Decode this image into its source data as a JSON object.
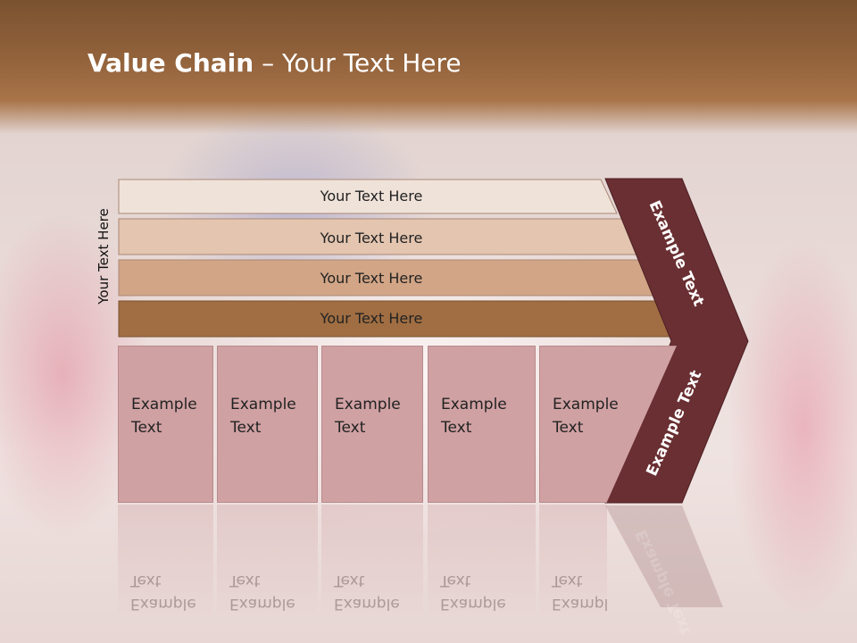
{
  "title": {
    "bold": "Value Chain",
    "rest": " – Your Text Here"
  },
  "side_label": "Your Text Here",
  "bars": [
    {
      "label": "Your Text Here",
      "color": "#efe2d9"
    },
    {
      "label": "Your Text Here",
      "color": "#e3c5b0"
    },
    {
      "label": "Your Text Here",
      "color": "#d2a586"
    },
    {
      "label": "Your Text Here",
      "color": "#a06e42"
    }
  ],
  "cells": [
    {
      "line1": "Example",
      "line2": "Text"
    },
    {
      "line1": "Example",
      "line2": "Text"
    },
    {
      "line1": "Example",
      "line2": "Text"
    },
    {
      "line1": "Example",
      "line2": "Text"
    },
    {
      "line1": "Example",
      "line2": "Text"
    }
  ],
  "chevron": {
    "upper": "Example Text",
    "lower": "Example Text",
    "color": "#6a2f32"
  }
}
